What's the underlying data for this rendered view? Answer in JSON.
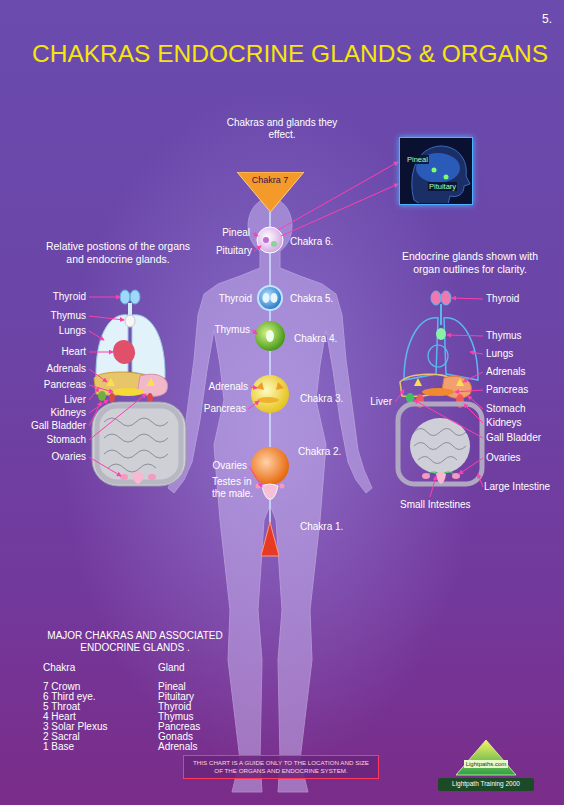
{
  "diagram": {
    "title": "CHAKRAS ENDOCRINE GLANDS & ORGANS",
    "nodes": [
      {
        "text": [
          "Chakra 7"
        ]
      },
      {
        "text": [
          "Pineal",
          "Pituitary"
        ]
      },
      {
        "text": [
          "THIS CHART IS A GUIDE ONLY TO THE LOCATION AND SIZE OF THE ORGANS AND ENDOCRINE SYSTEM."
        ]
      },
      {
        "text": [
          "Lightpaths.com",
          "Lightpath Training 2000"
        ]
      }
    ],
    "labels": [
      "5.",
      "Chakras and glands they effect.",
      "Relative postions of the organs and endocrine glands.",
      "Endocrine glands shown with organ outlines for clarity.",
      "Pineal",
      "Pituitary",
      "Chakra 6.",
      "Thyroid",
      "Thyroid",
      "Chakra 5.",
      "Thyroid",
      "Thymus",
      "Lungs",
      "Heart",
      "Adrenals",
      "Pancreas",
      "Liver",
      "Kidneys",
      "Gall Bladder",
      "Stomach",
      "Ovaries",
      "Thymus",
      "Chakra 4.",
      "Adrenals",
      "Pancreas",
      "Chakra 3.",
      "Chakra 2.",
      "Ovaries",
      "Testes in the male.",
      "Chakra 1.",
      "Thymus",
      "Lungs",
      "Adrenals",
      "Pancreas",
      "Liver",
      "Stomach",
      "Kidneys",
      "Gall Bladder",
      "Ovaries",
      "Large Intestine",
      "Small Intestines",
      "MAJOR CHAKRAS AND ASSOCIATED ENDOCRINE GLANDS .",
      "Chakra",
      "Gland",
      "7 Crown",
      "Pineal",
      "6 Third eye.",
      "Pituitary",
      "5 Throat",
      "Thyroid",
      "4 Heart",
      "Thymus",
      "3 Solar Plexus",
      "Pancreas",
      "2 Sacral",
      "Gonads",
      "1 Base",
      "Adrenals"
    ]
  }
}
